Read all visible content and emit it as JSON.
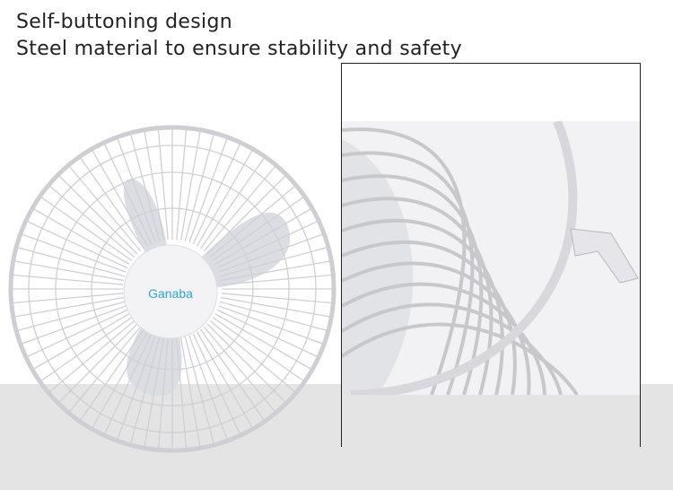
{
  "captions": [
    "Self-buttoning design",
    "Steel material to ensure stability and safety"
  ],
  "brand": {
    "logo_text": "Ganaba"
  },
  "colors": {
    "band": "#e4e4e4",
    "logo": "#2aa7d8",
    "wire": "#f4f4f6",
    "blade": "#dfe0e4"
  }
}
